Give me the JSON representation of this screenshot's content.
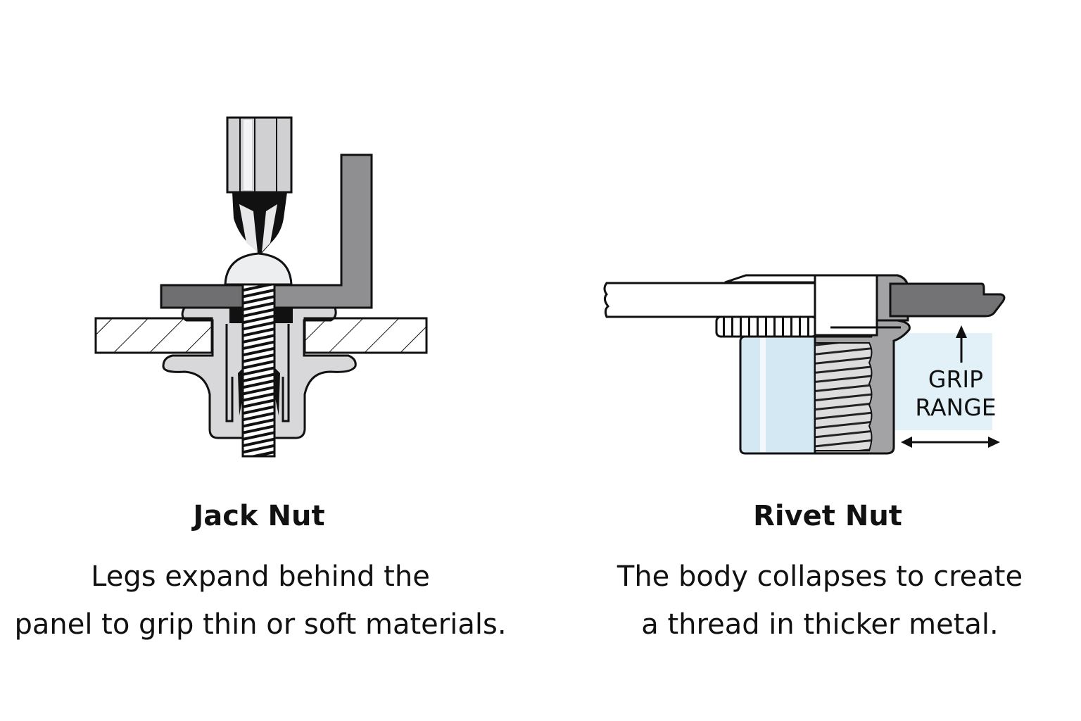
{
  "jack_nut": {
    "title": "Jack Nut",
    "description_line1": "Legs expand behind the",
    "description_line2": "panel to grip thin or soft materials."
  },
  "rivet_nut": {
    "title": "Rivet Nut",
    "description_line1": "The body collapses to create",
    "description_line2": "a thread in thicker metal.",
    "grip_label_line1": "GRIP",
    "grip_label_line2": "RANGE"
  },
  "colors": {
    "outline": "#111111",
    "dark_gray": "#7a7a7c",
    "mid_gray": "#9a9a9c",
    "light_gray": "#d8d8da",
    "light_blue": "#d3e8f2"
  }
}
